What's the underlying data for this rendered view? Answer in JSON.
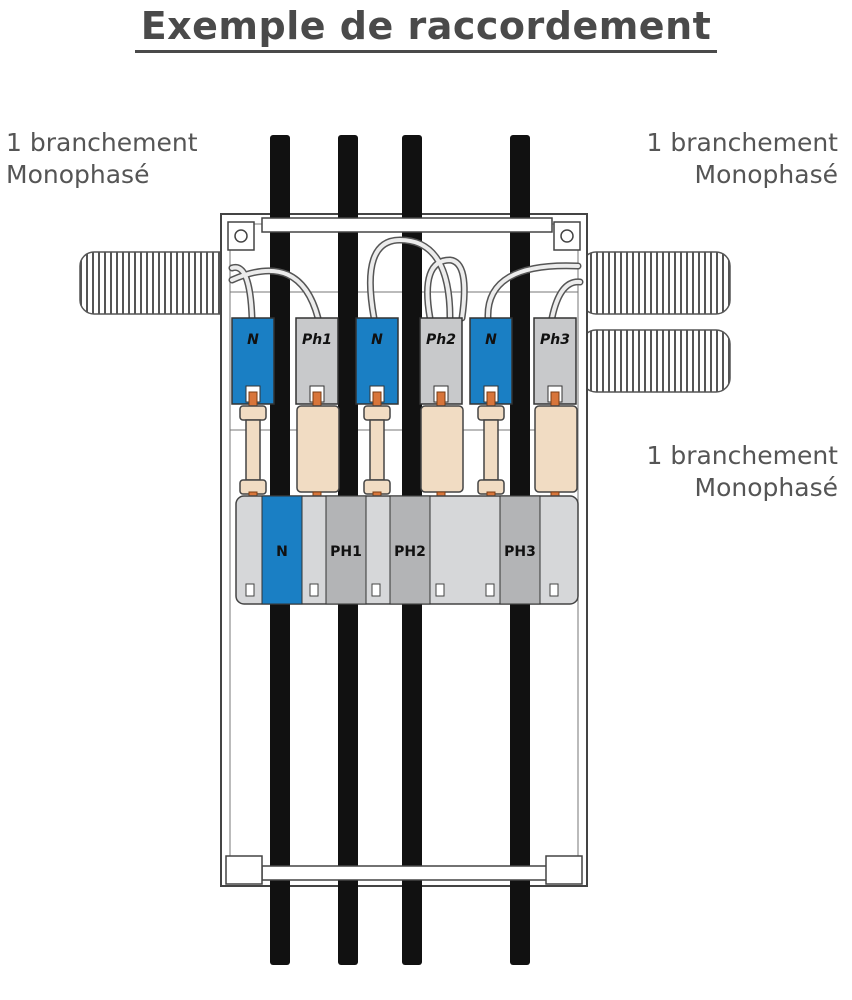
{
  "title": "Exemple de raccordement",
  "labels": {
    "left": {
      "line1": "1 branchement",
      "line2": "Monophasé"
    },
    "right_top": {
      "line1": "1 branchement",
      "line2": "Monophasé"
    },
    "right_bottom": {
      "line1": "1 branchement",
      "line2": "Monophasé"
    }
  },
  "terminals": [
    "N",
    "Ph1",
    "N",
    "Ph2",
    "N",
    "Ph3"
  ],
  "busbar": [
    "N",
    "PH1",
    "PH2",
    "PH3"
  ],
  "colors": {
    "neutral_blue": "#1a7fc4",
    "phase_grey": "#c8c9cb",
    "fuse_beige": "#f1dcc3",
    "copper": "#d8753a",
    "cable_black": "#111111"
  }
}
